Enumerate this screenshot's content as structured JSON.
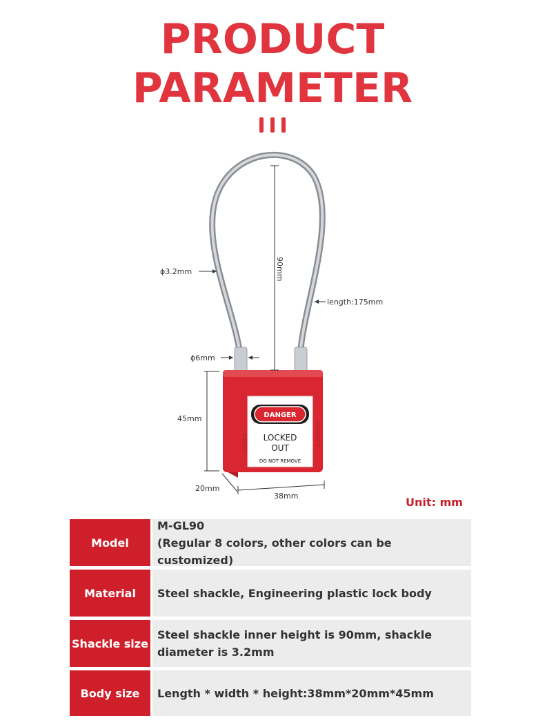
{
  "header": {
    "title_line1": "PRODUCT",
    "title_line2": "PARAMETER"
  },
  "diagram": {
    "shackle_diameter": "ϕ3.2mm",
    "inner_height": "90mm",
    "cable_length": "length:175mm",
    "sleeve_diameter": "ϕ6mm",
    "body_height": "45mm",
    "body_depth": "20mm",
    "body_width": "38mm",
    "label_danger": "DANGER",
    "label_line1": "LOCKED",
    "label_line2": "OUT",
    "label_line3": "DO NOT REMOVE",
    "side_text_left": "SAFETY",
    "side_text_right": "LOCKOUT"
  },
  "unit_note": "Unit: mm",
  "specs": [
    {
      "label": "Model",
      "value_line1": "M-GL90",
      "value_line2": "(Regular 8 colors, other colors can be customized)"
    },
    {
      "label": "Material",
      "value_line1": "Steel shackle, Engineering plastic lock body",
      "value_line2": ""
    },
    {
      "label": "Shackle size",
      "value_line1": "Steel shackle inner height is 90mm, shackle",
      "value_line2": "diameter is 3.2mm"
    },
    {
      "label": "Body size",
      "value_line1": "Length * width * height:38mm*20mm*45mm",
      "value_line2": ""
    }
  ],
  "colors": {
    "accent": "#e0343f",
    "label_bg": "#cf1f2b",
    "value_bg": "#ececec",
    "lock_body": "#d92630",
    "unit_text": "#c8202b"
  }
}
